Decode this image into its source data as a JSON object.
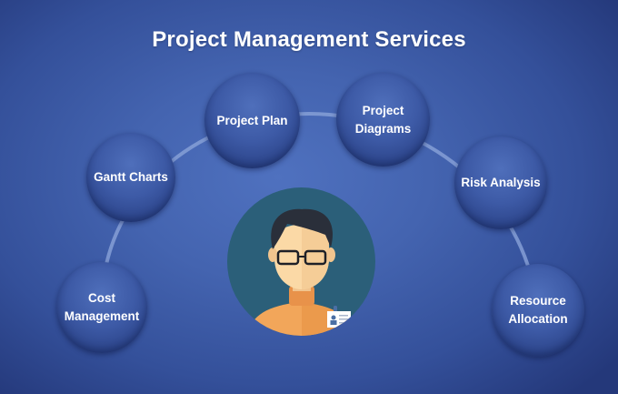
{
  "title": "Project Management Services",
  "nodes": [
    {
      "id": "cost-management",
      "label": "Cost\nManagement"
    },
    {
      "id": "gantt-charts",
      "label": "Gantt Charts"
    },
    {
      "id": "project-plan",
      "label": "Project Plan"
    },
    {
      "id": "project-diagrams",
      "label": "Project\nDiagrams"
    },
    {
      "id": "risk-analysis",
      "label": "Risk Analysis"
    },
    {
      "id": "resource-allocation",
      "label": "Resource\nAllocation"
    }
  ],
  "center": {
    "icon": "project-manager-avatar-icon"
  },
  "colors": {
    "background": "#4464b0",
    "node": "#3d5aa6",
    "avatar_bg": "#2b5f79",
    "shirt": "#f2a65a",
    "hair": "#2a2f3a",
    "skin": "#fbd9a6"
  }
}
